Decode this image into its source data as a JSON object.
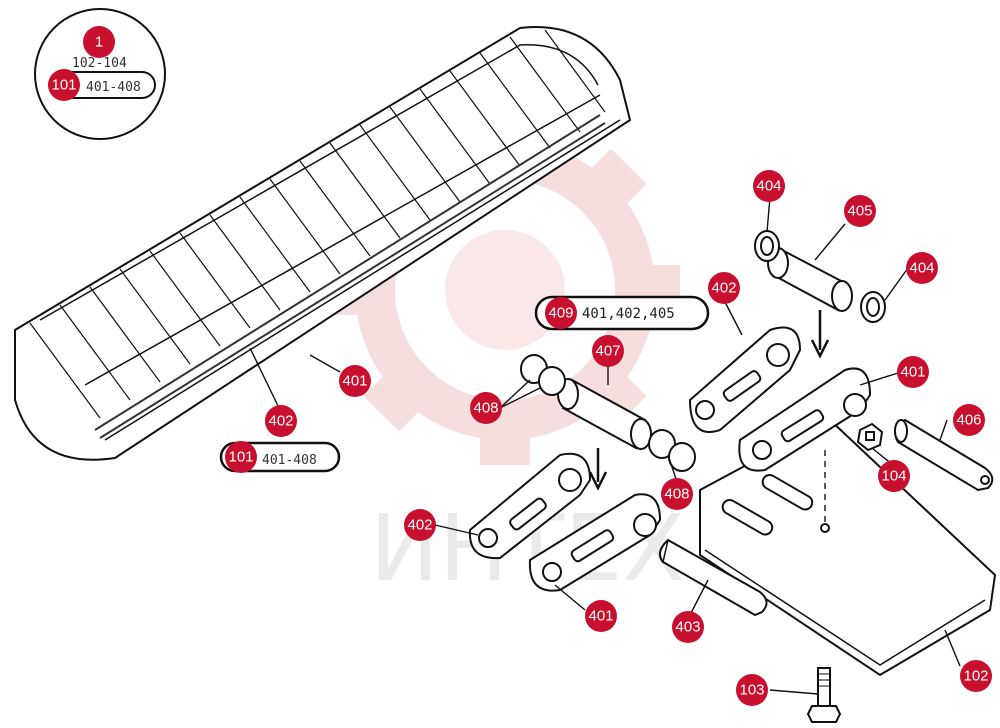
{
  "callouts": {
    "inset_1": "1",
    "inset_101": "101",
    "track_401": "401",
    "track_402": "402",
    "track_101": "101",
    "group_409": "409",
    "link_402_upper": "402",
    "link_402_lower": "402",
    "link_401_upper": "401",
    "link_401_lower": "401",
    "washer_404_left": "404",
    "washer_404_right": "404",
    "bushing_405": "405",
    "bushing_407": "407",
    "seal_408_upper": "408",
    "seal_408_lower": "408",
    "pin_406": "406",
    "nut_104": "104",
    "pin_403": "403",
    "bolt_103": "103",
    "shoe_102": "102"
  },
  "references": {
    "inset_top": "102-104",
    "inset_bottom": "401-408",
    "track_group": "401-408",
    "group_409": "401,402,405"
  },
  "watermark": {
    "text": "ИНТЕХ"
  },
  "colors": {
    "callout_fill": "#c8102e",
    "callout_text": "#ffffff",
    "watermark": "#d9d9d9",
    "line": "#111111"
  }
}
